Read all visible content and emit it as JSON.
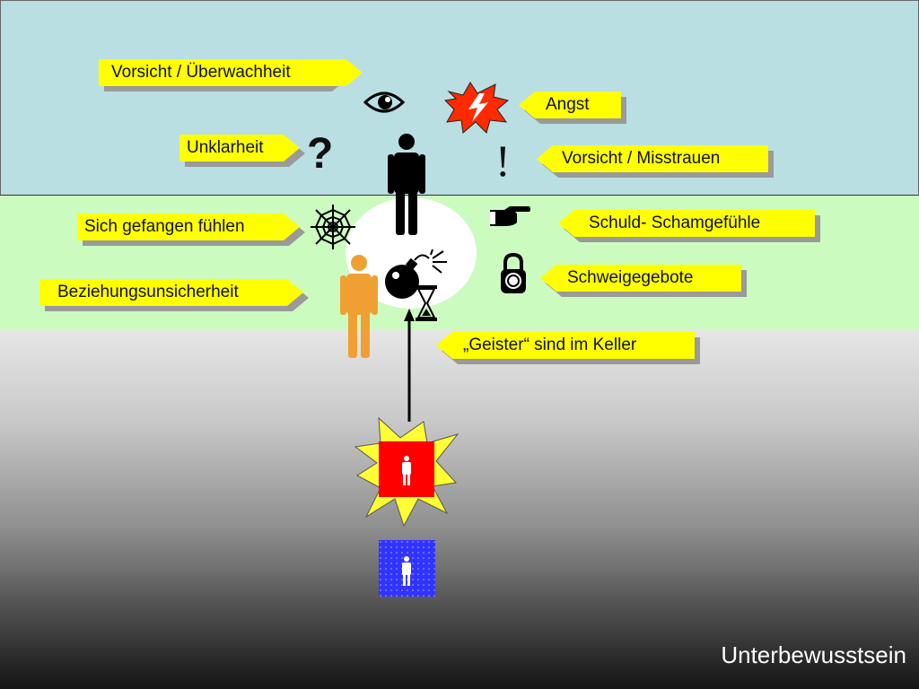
{
  "labels": {
    "vorsicht_ueberwachheit": "Vorsicht / Überwachheit",
    "unklarheit": "Unklarheit",
    "sich_gefangen_fuehlen": "Sich gefangen fühlen",
    "beziehungsunsicherheit": "Beziehungsunsicherheit",
    "angst": "Angst",
    "vorsicht_misstrauen": "Vorsicht / Misstrauen",
    "schuld_schamgefuehle": "Schuld- Schamgefühle",
    "schweigegebote": "Schweigegebote",
    "geister_im_keller": "„Geister“ sind im Keller"
  },
  "glyphs": {
    "question": "?",
    "exclamation": "!"
  },
  "caption": "Unterbewusstsein",
  "colors": {
    "top_band": "#b9dfe3",
    "middle_band": "#ccfbbf",
    "label_fill": "#ffff00",
    "person_black": "#000000",
    "person_orange": "#f0a033",
    "red_box": "#ff0000",
    "blue_box": "#3333ff",
    "burst_yellow": "#ffff33"
  },
  "icons": [
    "eye-icon",
    "flash-icon",
    "question-icon",
    "person-icon",
    "exclamation-icon",
    "spiderweb-icon",
    "pointing-hand-icon",
    "bomb-icon",
    "hourglass-icon",
    "padlock-icon",
    "orange-person-icon",
    "red-box-person-icon",
    "blue-box-person-icon"
  ]
}
